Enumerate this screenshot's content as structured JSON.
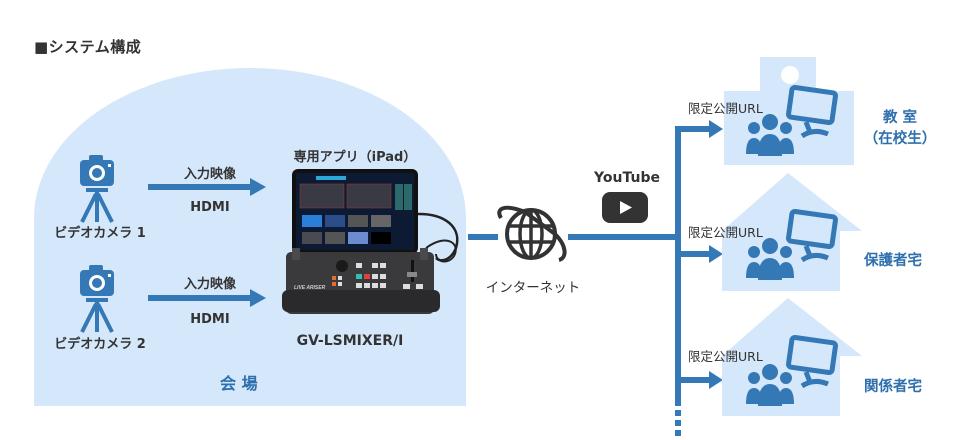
{
  "title": "■システム構成",
  "colors": {
    "accent": "#3478b6",
    "venue_bg": "#d5e7fa",
    "text": "#333333",
    "label_blue": "#2e6fae"
  },
  "venue": {
    "label": "会 場"
  },
  "cameras": [
    {
      "label": "ビデオカメラ 1",
      "icon": "video-camera-on-tripod-icon",
      "signal_top": "入力映像",
      "signal_bottom": "HDMI"
    },
    {
      "label": "ビデオカメラ 2",
      "icon": "video-camera-on-tripod-icon",
      "signal_top": "入力映像",
      "signal_bottom": "HDMI"
    }
  ],
  "device": {
    "app_label": "専用アプリ（iPad）",
    "model": "GV-LSMIXER/I",
    "panel_text": "LIVE ARISER"
  },
  "internet": {
    "label": "インターネット",
    "icon": "globe-icon"
  },
  "youtube": {
    "label": "YouTube",
    "icon": "youtube-play-icon"
  },
  "destinations": [
    {
      "url_label": "限定公開URL",
      "name_line1": "教 室",
      "name_line2": "（在校生）",
      "shape": "school"
    },
    {
      "url_label": "限定公開URL",
      "name_line1": "保護者宅",
      "name_line2": "",
      "shape": "house"
    },
    {
      "url_label": "限定公開URL",
      "name_line1": "関係者宅",
      "name_line2": "",
      "shape": "house"
    }
  ]
}
